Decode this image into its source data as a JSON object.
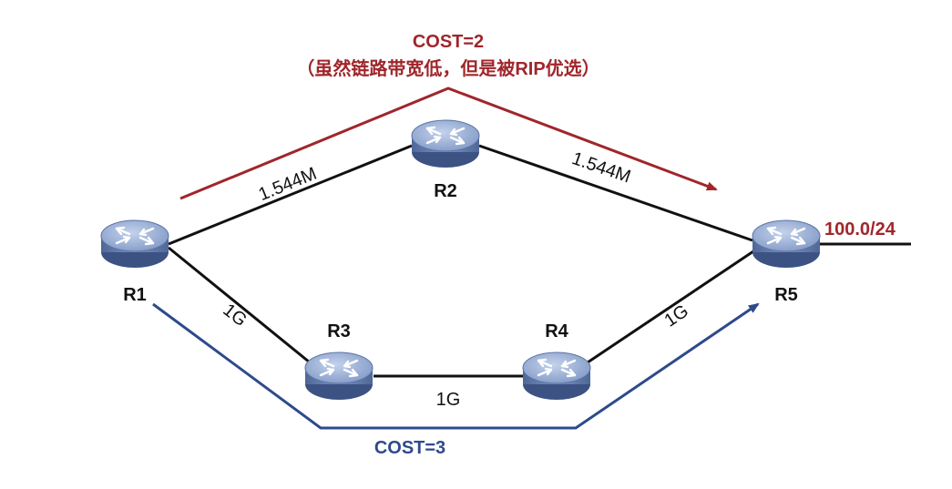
{
  "colors": {
    "preferred_path": "#a0262b",
    "alternate_path": "#2e4a8c",
    "link": "#111111",
    "router_body": "#6f86b5",
    "router_top": "#a9bbdc"
  },
  "routers": {
    "r1": {
      "label": "R1",
      "icon": "router-icon"
    },
    "r2": {
      "label": "R2",
      "icon": "router-icon"
    },
    "r3": {
      "label": "R3",
      "icon": "router-icon"
    },
    "r4": {
      "label": "R4",
      "icon": "router-icon"
    },
    "r5": {
      "label": "R5",
      "icon": "router-icon"
    }
  },
  "links": {
    "r1_r2": "1.544M",
    "r2_r5": "1.544M",
    "r1_r3": "1G",
    "r3_r4": "1G",
    "r4_r5": "1G"
  },
  "network": {
    "prefix": "100.0/24"
  },
  "paths": {
    "top": {
      "cost": "COST=2",
      "note": "（虽然链路带宽低，但是被RIP优选）"
    },
    "bottom": {
      "cost": "COST=3"
    }
  }
}
